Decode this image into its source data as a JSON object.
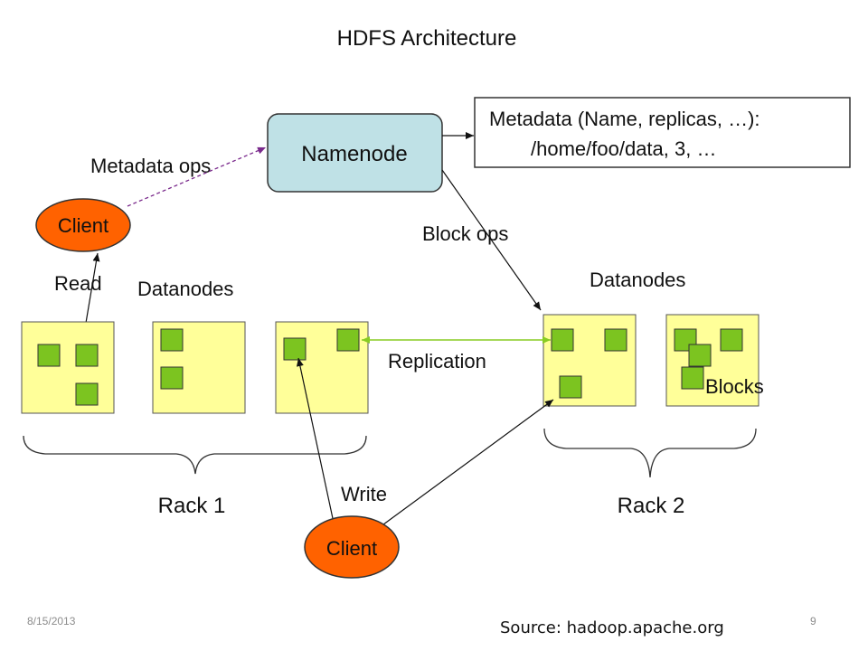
{
  "title": "HDFS Architecture",
  "namenode": {
    "label": "Namenode"
  },
  "metadata": {
    "line1": "Metadata (Name, replicas, …):",
    "line2": "/home/foo/data, 3, …"
  },
  "labels": {
    "metadata_ops": "Metadata ops",
    "block_ops": "Block ops",
    "read": "Read",
    "write": "Write",
    "replication": "Replication",
    "blocks": "Blocks",
    "datanodes_left": "Datanodes",
    "datanodes_right": "Datanodes",
    "rack1": "Rack 1",
    "rack2": "Rack 2"
  },
  "clients": {
    "top": "Client",
    "bottom": "Client"
  },
  "footer": {
    "date": "8/15/2013",
    "page": "9",
    "source": "Source: hadoop.apache.org"
  },
  "colors": {
    "namenode_fill": "#bfe1e6",
    "datanode_fill": "#ffff99",
    "block_fill": "#7cc420",
    "client_fill": "#ff6200",
    "metadata_ops_arrow": "#7a2a8c",
    "replication_arrow": "#88cc22"
  }
}
